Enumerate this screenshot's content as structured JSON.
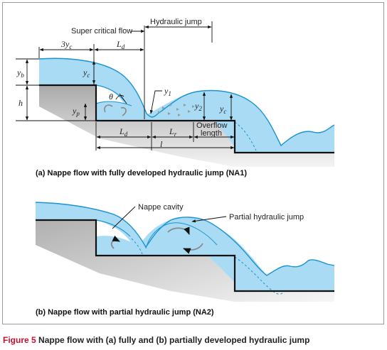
{
  "labels": {
    "supercritical": "Super critical flow",
    "hydraulic_jump": "Hydraulic jump",
    "overflow_1": "Overflow",
    "overflow_2": "length",
    "nappe_cavity": "Nappe cavity",
    "partial_jump": "Partial hydraulic jump"
  },
  "symbols": {
    "three_yc": {
      "base": "3y",
      "sub": "c"
    },
    "ld_top": {
      "base": "L",
      "sub": "d"
    },
    "yb": {
      "base": "y",
      "sub": "b"
    },
    "yc_left": {
      "base": "y",
      "sub": "c"
    },
    "h": {
      "base": "h",
      "sub": ""
    },
    "yp": {
      "base": "y",
      "sub": "p"
    },
    "theta": {
      "base": "θ",
      "sub": ""
    },
    "y1": {
      "base": "y",
      "sub": "1"
    },
    "y2": {
      "base": "y",
      "sub": "2"
    },
    "yc_right": {
      "base": "y",
      "sub": "c"
    },
    "ld_bottom": {
      "base": "L",
      "sub": "d"
    },
    "lr": {
      "base": "L",
      "sub": "r"
    },
    "l": {
      "base": "l",
      "sub": ""
    }
  },
  "panels": {
    "a": "(a) Nappe flow with fully developed hydraulic jump (NA1)",
    "b": "(b) Nappe flow with partial hydraulic jump (NA2)"
  },
  "caption": {
    "label": "Figure 5",
    "text": " Nappe flow with (a) fully and (b) partially developed hydraulic jump"
  },
  "colors": {
    "water": "#a9dcf4",
    "water_edge": "#1a93d0",
    "ground_dark": "#b9b9b9",
    "ground_light": "#eeeeee",
    "caption_red": "#c8102e"
  }
}
